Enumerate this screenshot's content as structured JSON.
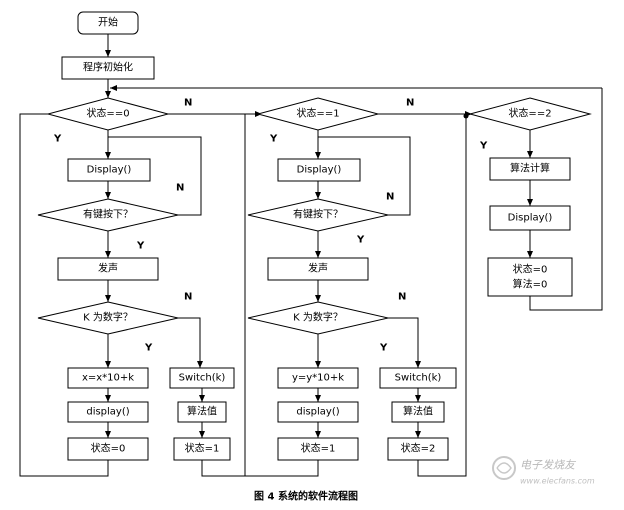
{
  "flowchart": {
    "start": "开始",
    "init": "程序初始化",
    "col1": {
      "decision_state": "状态==0",
      "display": "Display()",
      "decision_key": "有键按下？",
      "sound": "发声",
      "decision_digit": "K 为数字？",
      "calc": "x=x*10+k",
      "display_lower": "display()",
      "state_set": "状态=0",
      "switch": "Switch(k)",
      "algo": "算法值",
      "state_set2": "状态=1"
    },
    "col2": {
      "decision_state": "状态==1",
      "display": "Display()",
      "decision_key": "有键按下？",
      "sound": "发声",
      "decision_digit": "K 为数字？",
      "calc": "y=y*10+k",
      "display_lower": "display()",
      "state_set": "状态=1",
      "switch": "Switch(k)",
      "algo": "算法值",
      "state_set2": "状态=2"
    },
    "col3": {
      "decision_state": "状态==2",
      "algo_calc": "算法计算",
      "display": "Display()",
      "state_reset": "状态=0",
      "algo_reset": "算法=0"
    },
    "labels": {
      "yes": "Y",
      "no": "N"
    },
    "caption": "图 4  系统的软件流程图"
  },
  "watermark": {
    "main": "电子发烧友",
    "url": "www.elecfans.com"
  }
}
